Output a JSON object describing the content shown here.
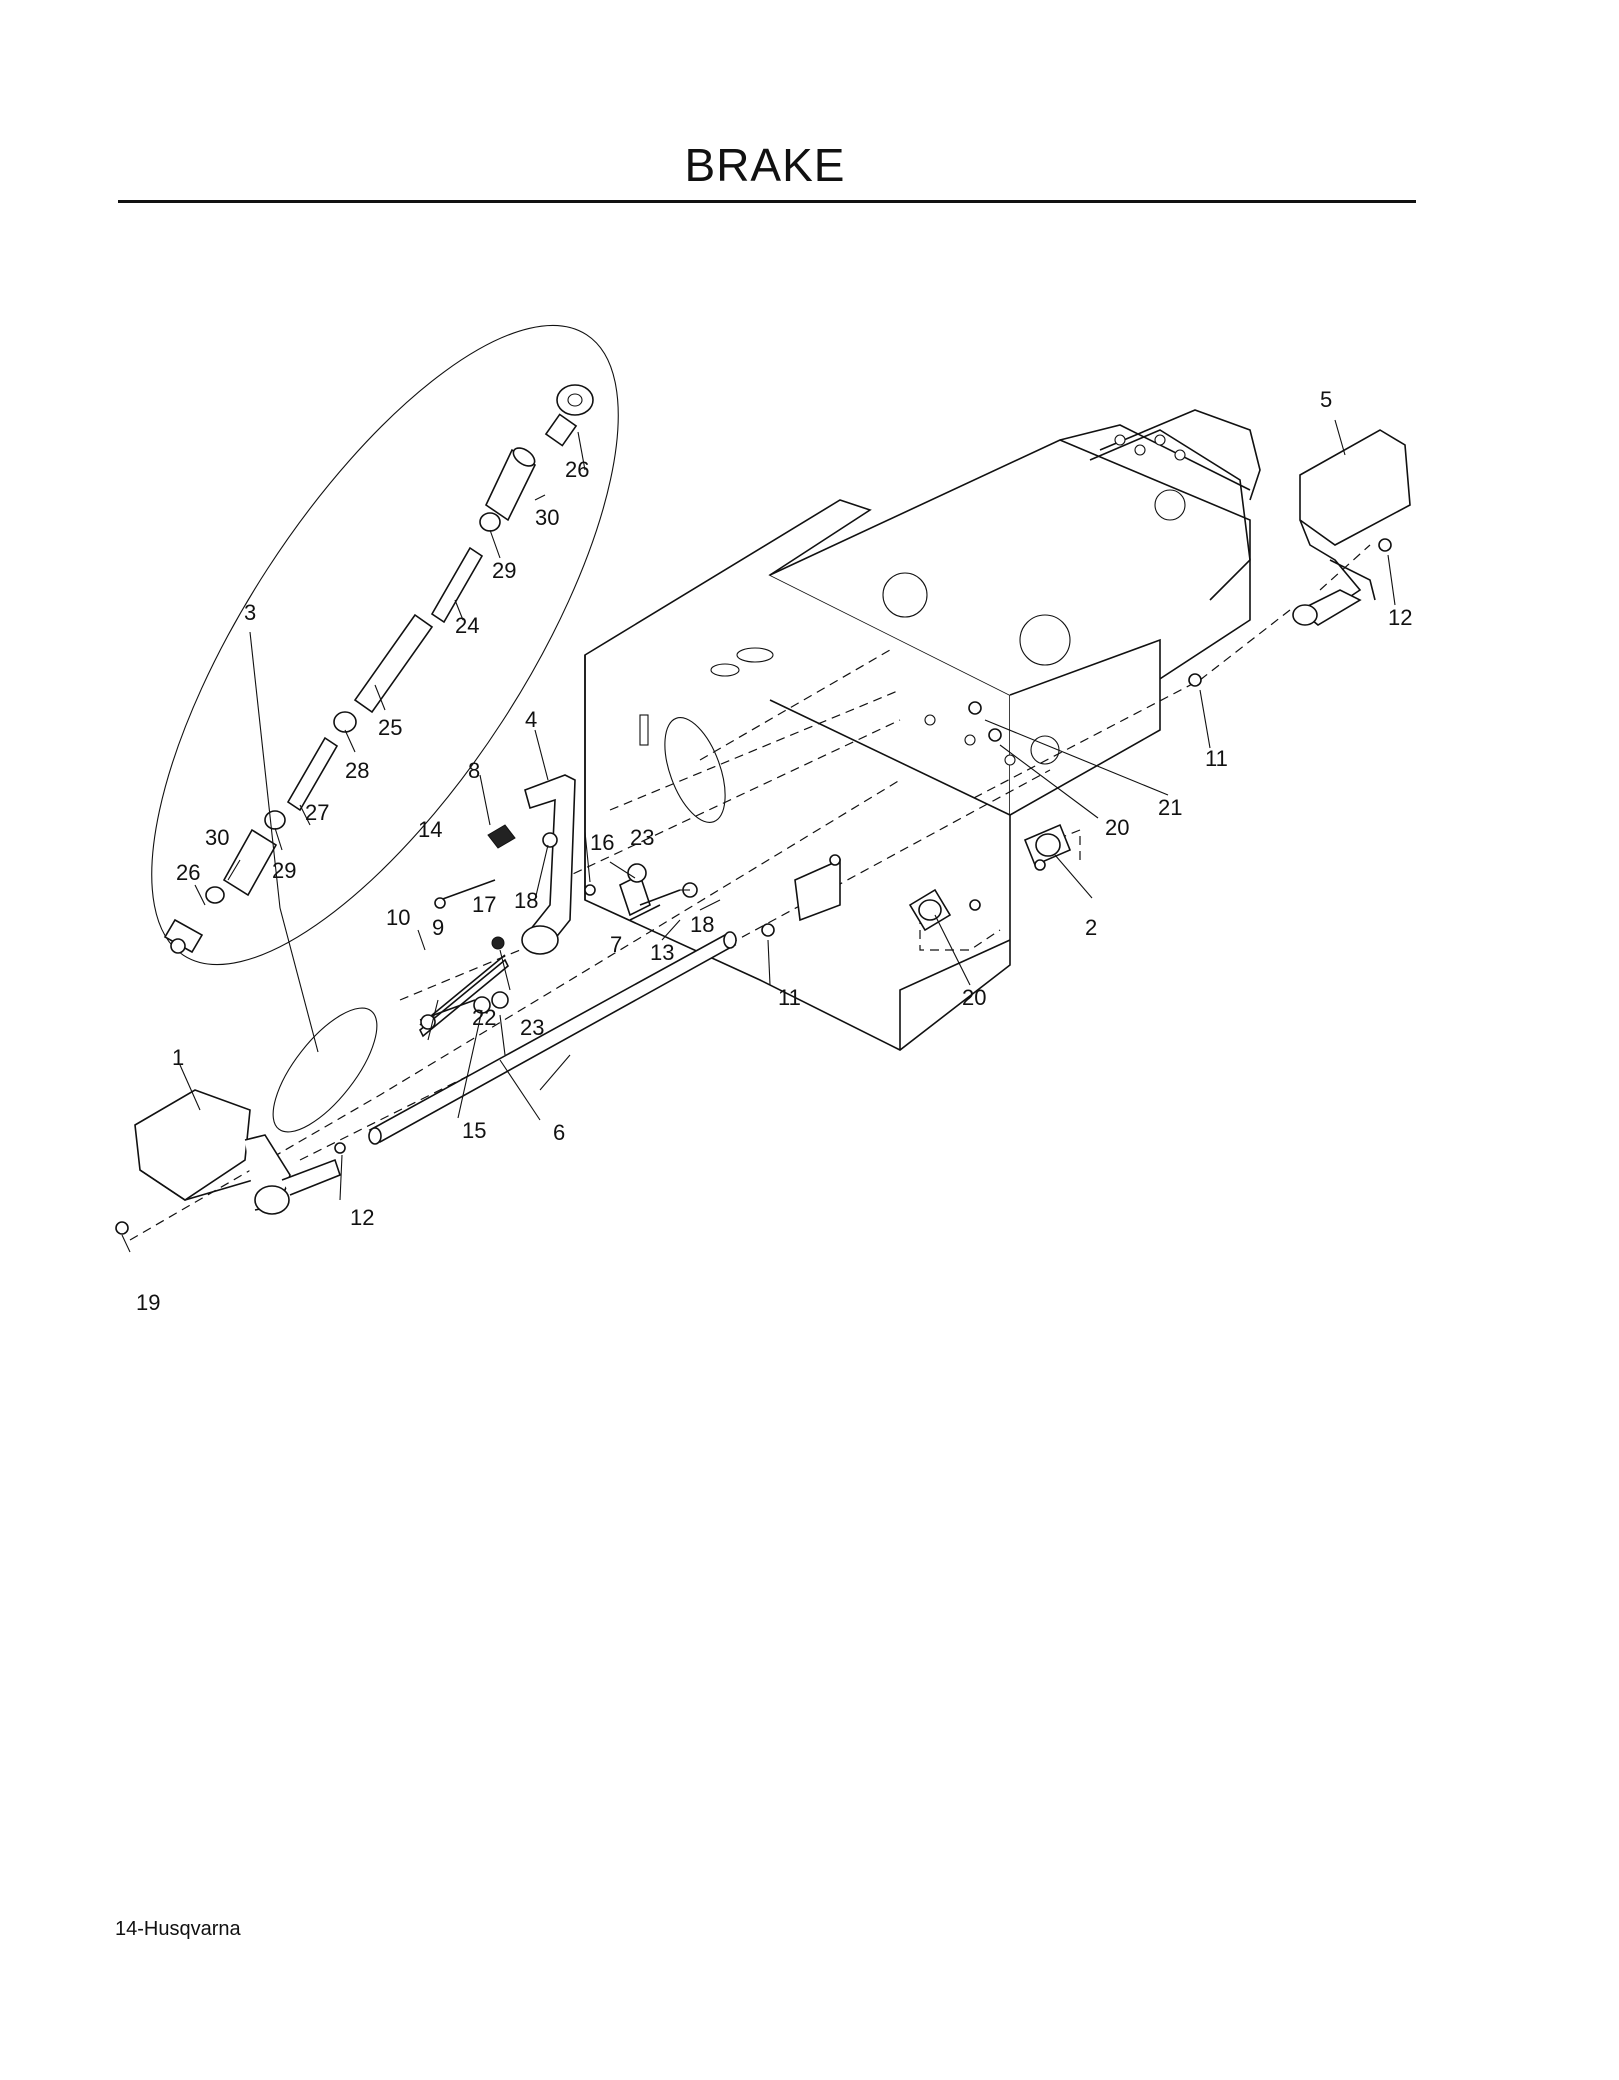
{
  "page": {
    "title": "BRAKE",
    "footer": "14-Husqvarna"
  },
  "callouts": [
    {
      "id": "c1",
      "label": "1"
    },
    {
      "id": "c2",
      "label": "2"
    },
    {
      "id": "c3",
      "label": "3"
    },
    {
      "id": "c4",
      "label": "4"
    },
    {
      "id": "c5",
      "label": "5"
    },
    {
      "id": "c6",
      "label": "6"
    },
    {
      "id": "c7",
      "label": "7"
    },
    {
      "id": "c8",
      "label": "8"
    },
    {
      "id": "c9",
      "label": "9"
    },
    {
      "id": "c10",
      "label": "10"
    },
    {
      "id": "c11a",
      "label": "11"
    },
    {
      "id": "c11b",
      "label": "11"
    },
    {
      "id": "c12a",
      "label": "12"
    },
    {
      "id": "c12b",
      "label": "12"
    },
    {
      "id": "c13",
      "label": "13"
    },
    {
      "id": "c14",
      "label": "14"
    },
    {
      "id": "c15",
      "label": "15"
    },
    {
      "id": "c16",
      "label": "16"
    },
    {
      "id": "c17",
      "label": "17"
    },
    {
      "id": "c18a",
      "label": "18"
    },
    {
      "id": "c18b",
      "label": "18"
    },
    {
      "id": "c19",
      "label": "19"
    },
    {
      "id": "c20a",
      "label": "20"
    },
    {
      "id": "c20b",
      "label": "20"
    },
    {
      "id": "c21",
      "label": "21"
    },
    {
      "id": "c22",
      "label": "22"
    },
    {
      "id": "c23a",
      "label": "23"
    },
    {
      "id": "c23b",
      "label": "23"
    },
    {
      "id": "c24",
      "label": "24"
    },
    {
      "id": "c25",
      "label": "25"
    },
    {
      "id": "c26a",
      "label": "26"
    },
    {
      "id": "c26b",
      "label": "26"
    },
    {
      "id": "c27",
      "label": "27"
    },
    {
      "id": "c28",
      "label": "28"
    },
    {
      "id": "c29a",
      "label": "29"
    },
    {
      "id": "c29b",
      "label": "29"
    },
    {
      "id": "c30a",
      "label": "30"
    },
    {
      "id": "c30b",
      "label": "30"
    }
  ]
}
